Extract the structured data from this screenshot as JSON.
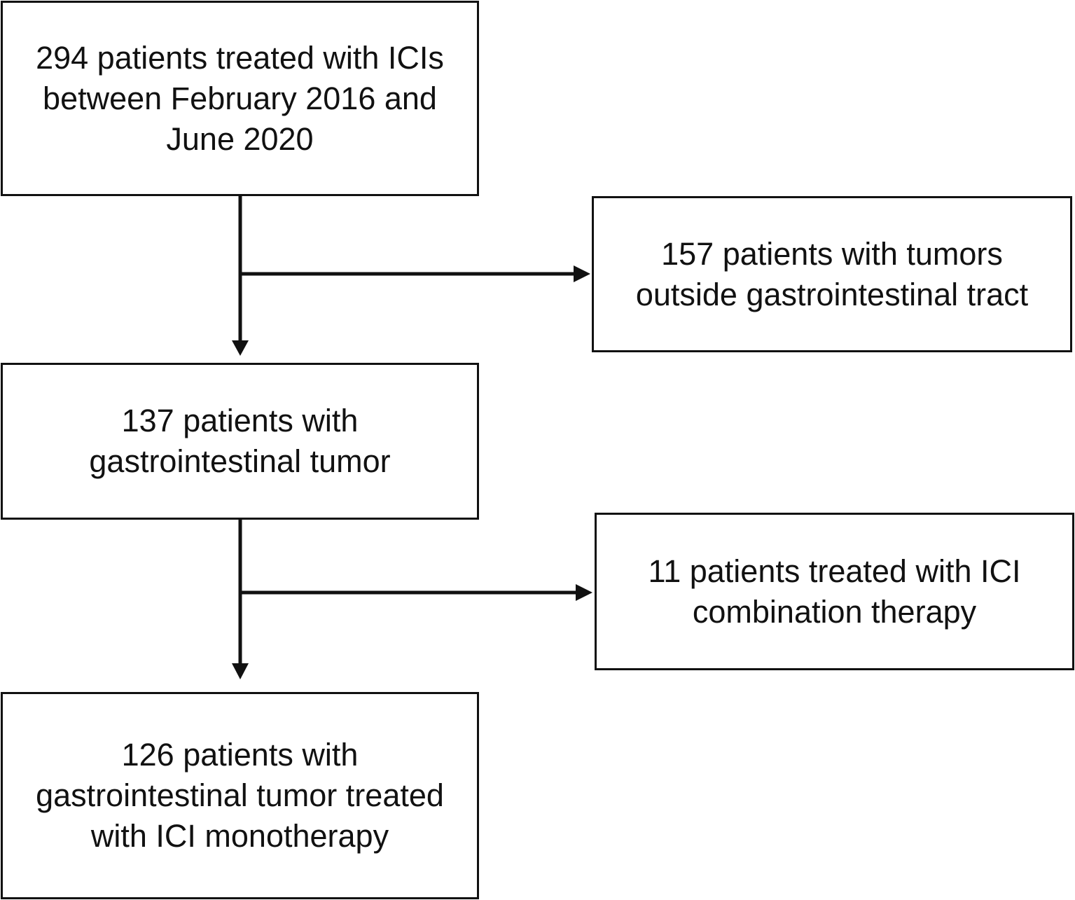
{
  "flow": {
    "start": {
      "lines": [
        "294 patients treated with ICIs",
        "between February 2016 and",
        "June 2020"
      ]
    },
    "exclusion_1": {
      "lines": [
        "157 patients with tumors",
        "outside gastrointestinal tract"
      ]
    },
    "middle": {
      "lines": [
        "137 patients with",
        "gastrointestinal tumor"
      ]
    },
    "exclusion_2": {
      "lines": [
        "11 patients treated with ICI",
        "combination therapy"
      ]
    },
    "final": {
      "lines": [
        "126 patients with",
        "gastrointestinal tumor treated",
        "with ICI monotherapy"
      ]
    }
  },
  "colors": {
    "stroke": "#111111",
    "background": "#ffffff"
  }
}
